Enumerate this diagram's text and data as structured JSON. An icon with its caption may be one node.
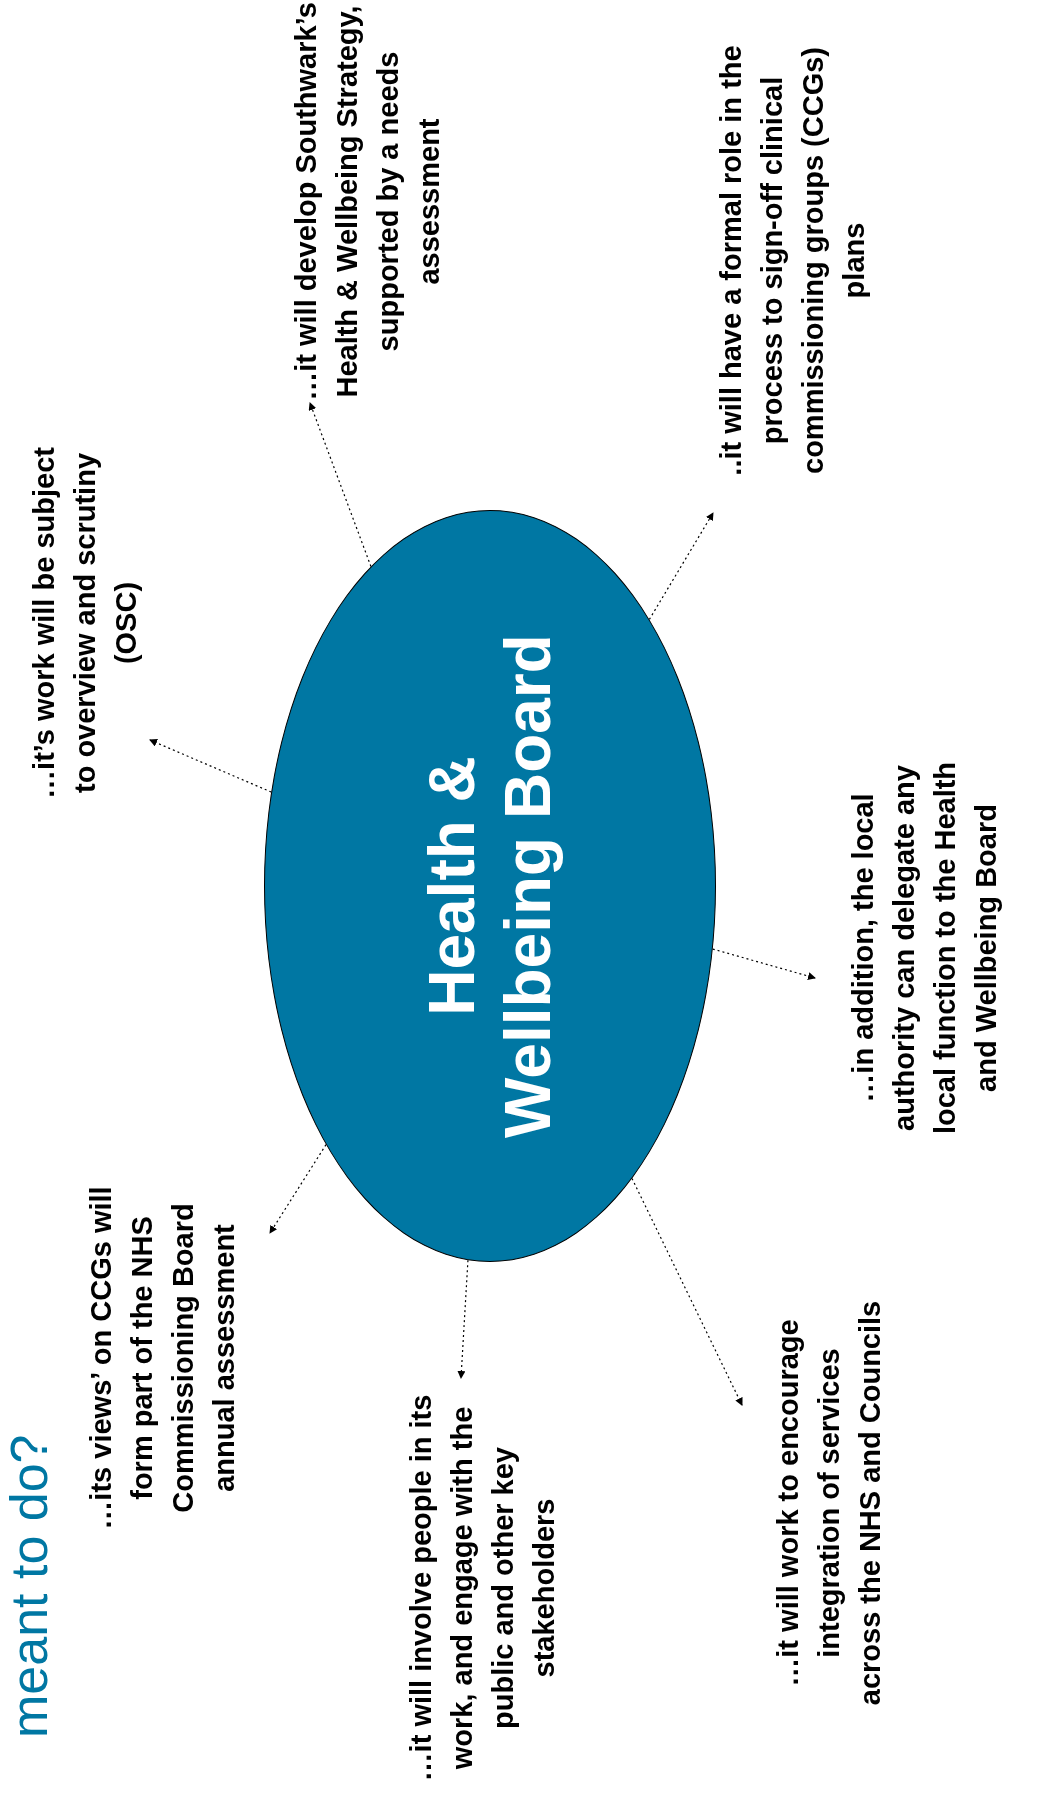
{
  "diagram": {
    "title": "meant to do?",
    "nodes": [
      {
        "text": [
          "Health & Wellbeing Board"
        ]
      },
      {
        "text": [
          "…its views’ on CCGs will form part of the NHS Commissioning Board annual assessment"
        ]
      },
      {
        "text": [
          "…it’s work will be subject to overview and scrutiny (OSC)"
        ]
      },
      {
        "text": [
          "…it will develop Southwark’s Health & Wellbeing Strategy, supported by a needs assessment"
        ]
      },
      {
        "text": [
          "..it will have a formal role in the process to sign-off clinical commissioning groups (CCGs) plans"
        ]
      },
      {
        "text": [
          "…in addition, the local authority can delegate any local function to the  Health and Wellbeing Board"
        ]
      },
      {
        "text": [
          "…it will work to encourage integration of services across the NHS and Councils"
        ]
      },
      {
        "text": [
          "…it will involve people in its work, and engage with the public and other key stakeholders"
        ]
      }
    ],
    "edges": [
      {
        "from": 0,
        "to": 1,
        "arrow": "to",
        "style": "dashed"
      },
      {
        "from": 0,
        "to": 2,
        "arrow": "to",
        "style": "dashed"
      },
      {
        "from": 0,
        "to": 3,
        "arrow": "to",
        "style": "dashed"
      },
      {
        "from": 0,
        "to": 4,
        "arrow": "to",
        "style": "dashed"
      },
      {
        "from": 0,
        "to": 5,
        "arrow": "to",
        "style": "dashed"
      },
      {
        "from": 0,
        "to": 6,
        "arrow": "to",
        "style": "dashed"
      },
      {
        "from": 0,
        "to": 7,
        "arrow": "to",
        "style": "dashed"
      }
    ]
  }
}
